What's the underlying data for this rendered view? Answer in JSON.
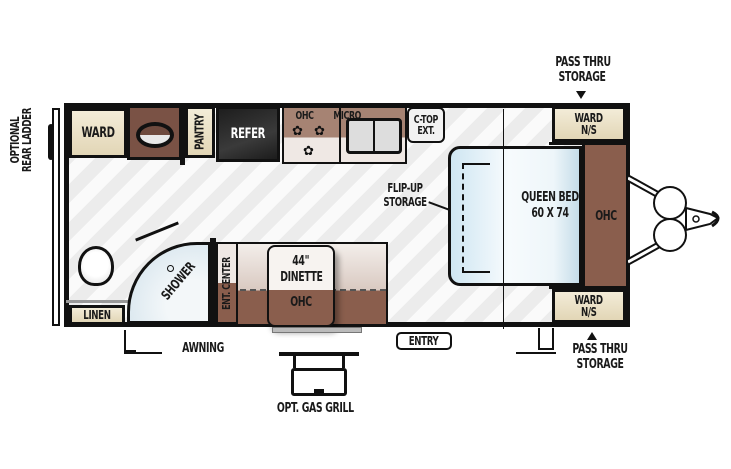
{
  "floorplan": {
    "labels": {
      "rear_ladder": [
        "OPTIONAL",
        "REAR LADDER"
      ],
      "ward_rear": "WARD",
      "pantry": "PANTRY",
      "refer": "REFER",
      "ohc_kitchen": "OHC",
      "micro": "MICRO",
      "ctop": [
        "C-TOP",
        "EXT."
      ],
      "pass_thru_top": [
        "PASS THRU",
        "STORAGE"
      ],
      "ward_ns_top": [
        "WARD",
        "N/S"
      ],
      "flip_up": [
        "FLIP-UP",
        "STORAGE"
      ],
      "queen_bed": [
        "QUEEN BED",
        "60 X 74"
      ],
      "ohc_front": "OHC",
      "shower": "SHOWER",
      "ent_center": "ENT. CENTER",
      "dinette": [
        "44\"",
        "DINETTE"
      ],
      "ohc_dinette": "OHC",
      "linen": "LINEN",
      "awning": "AWNING",
      "entry": "ENTRY",
      "ward_ns_bottom": [
        "WARD",
        "N/S"
      ],
      "pass_thru_bottom": [
        "PASS THRU",
        "STORAGE"
      ],
      "gas_grill": "OPT. GAS GRILL"
    },
    "colors": {
      "wall": "#111111",
      "cabinet_tan": "#e9dfc4",
      "ohc_brown": "#8a5e4d",
      "bed_blue": "#cfe6f2",
      "refer": "#2a2a2a"
    }
  }
}
